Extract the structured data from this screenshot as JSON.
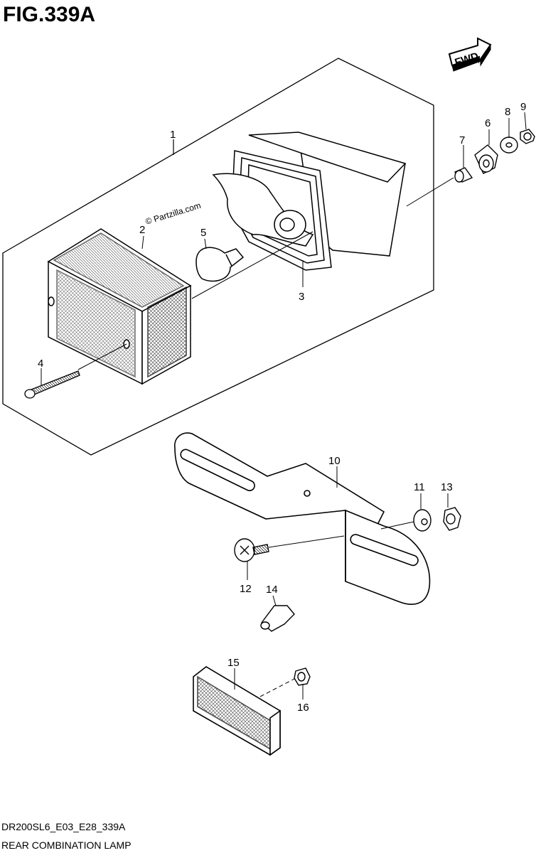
{
  "figure": {
    "title": "FIG.339A",
    "watermark": "© Partzilla.com",
    "fwd_label": "FWD"
  },
  "callouts": [
    {
      "id": "1",
      "label": "1"
    },
    {
      "id": "2",
      "label": "2"
    },
    {
      "id": "3",
      "label": "3"
    },
    {
      "id": "4",
      "label": "4"
    },
    {
      "id": "5",
      "label": "5"
    },
    {
      "id": "6",
      "label": "6"
    },
    {
      "id": "7",
      "label": "7"
    },
    {
      "id": "8",
      "label": "8"
    },
    {
      "id": "9",
      "label": "9"
    },
    {
      "id": "10",
      "label": "10"
    },
    {
      "id": "11",
      "label": "11"
    },
    {
      "id": "12",
      "label": "12"
    },
    {
      "id": "13",
      "label": "13"
    },
    {
      "id": "14",
      "label": "14"
    },
    {
      "id": "15",
      "label": "15"
    },
    {
      "id": "16",
      "label": "16"
    }
  ],
  "footer": {
    "code": "DR200SL6_E03_E28_339A",
    "name": "REAR COMBINATION LAMP"
  }
}
